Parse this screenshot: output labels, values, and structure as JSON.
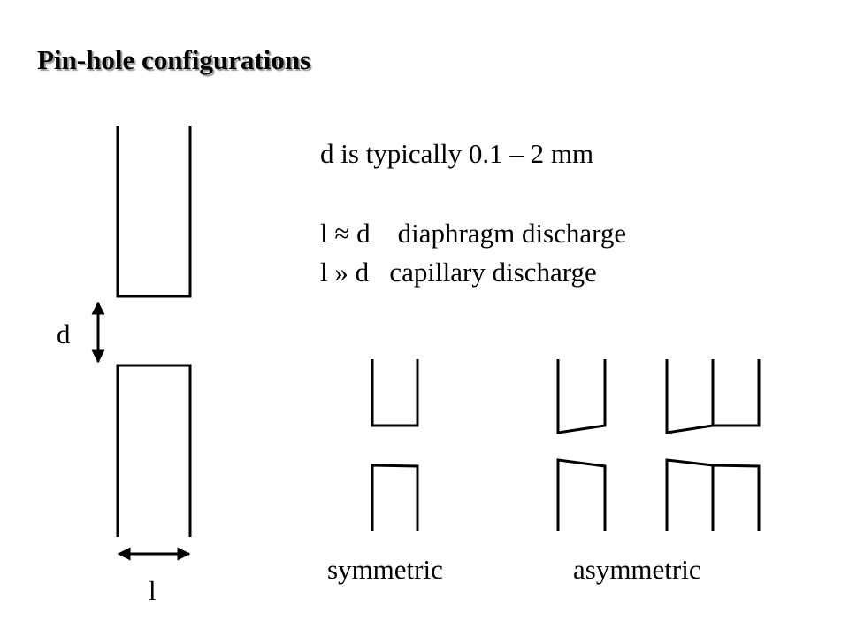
{
  "slide": {
    "title": "Pin-hole configurations",
    "line_typical": "d is typically 0.1 – 2 mm",
    "line_diaphragm": "l ≈ d    diaphragm discharge",
    "line_capillary": "l » d   capillary discharge",
    "label_d": "d",
    "label_l": "l",
    "label_symmetric": "symmetric",
    "label_asymmetric": "asymmetric"
  },
  "colors": {
    "stroke": "#000000",
    "title_shadow": "#9a9a9a"
  }
}
